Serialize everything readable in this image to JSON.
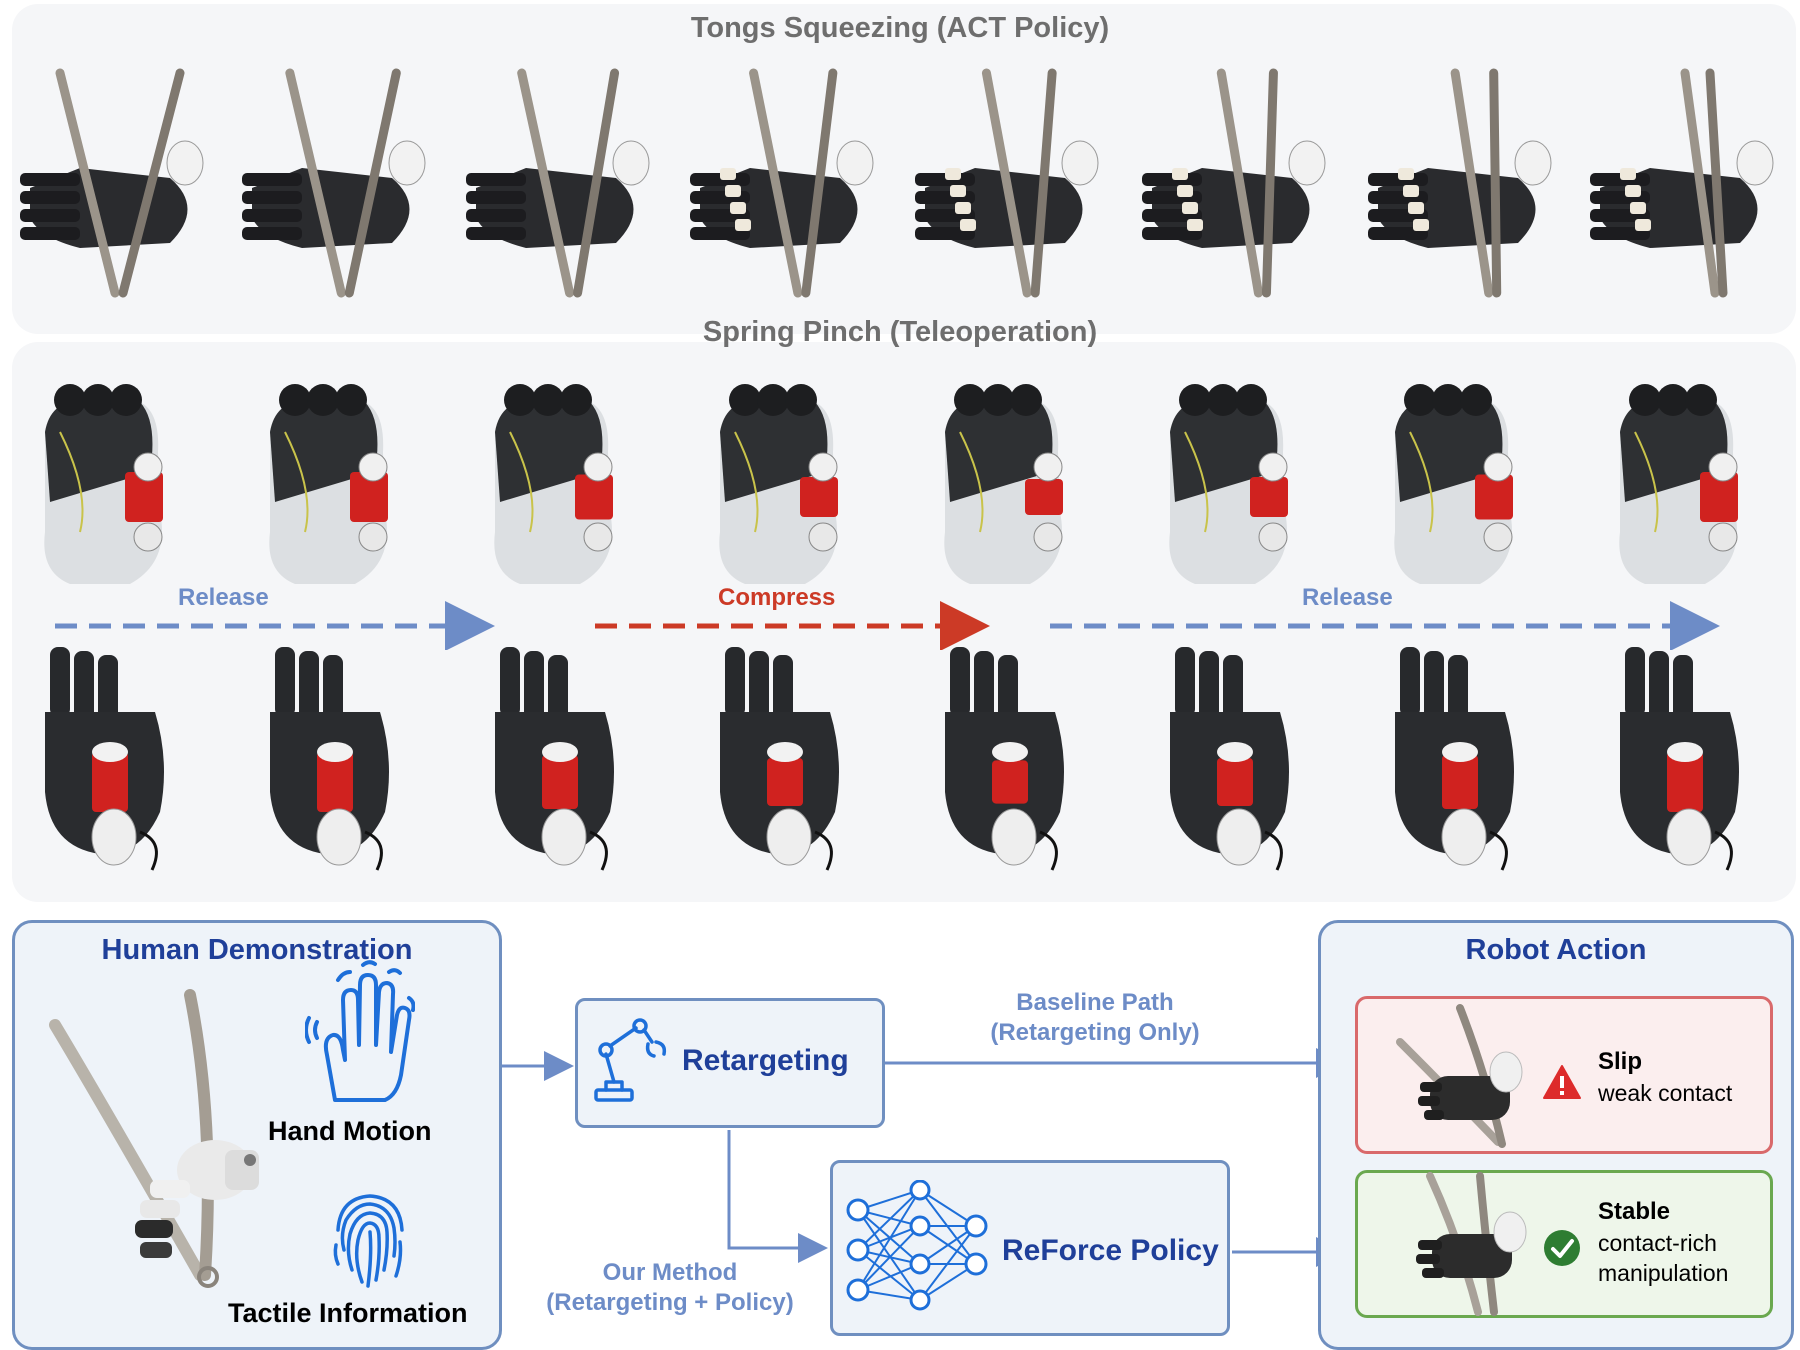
{
  "panels": {
    "tongs_title": "Tongs Squeezing (ACT Policy)",
    "spring_title": "Spring Pinch (Teleoperation)"
  },
  "phases": {
    "release_1": "Release",
    "compress": "Compress",
    "release_2": "Release"
  },
  "diagram": {
    "human_demo_title": "Human Demonstration",
    "hand_motion_label": "Hand Motion",
    "tactile_label": "Tactile Information",
    "retargeting_label": "Retargeting",
    "policy_label": "ReForce Policy",
    "baseline_line1": "Baseline Path",
    "baseline_line2": "(Retargeting Only)",
    "method_line1": "Our Method",
    "method_line2": "(Retargeting + Policy)",
    "robot_action_title": "Robot Action",
    "slip_title": "Slip",
    "slip_desc": "weak contact",
    "stable_title": "Stable",
    "stable_desc_line1": "contact-rich",
    "stable_desc_line2": "manipulation"
  },
  "colors": {
    "release": "#6d8cc7",
    "compress": "#cc3a26",
    "accent": "#1f3f99",
    "slip_border": "#d9696b",
    "stable_border": "#6aa84f"
  }
}
